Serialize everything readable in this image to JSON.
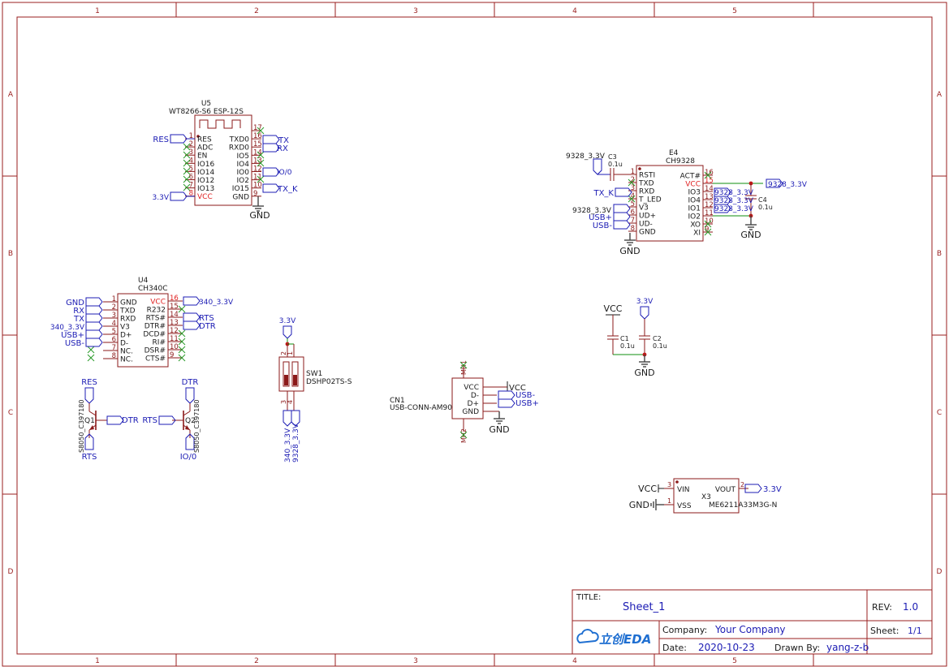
{
  "border": {
    "columns": [
      "1",
      "2",
      "3",
      "4",
      "5"
    ],
    "rows": [
      "A",
      "B",
      "C",
      "D"
    ]
  },
  "colors": {
    "frame": "#9a1f1f",
    "wire": "#0f8f0f",
    "netlabel": "#1c1cb4",
    "body": "#8b1a1a",
    "pin": "#8b1a1a",
    "ground": "#444444",
    "noconnect": "#2a9a2a",
    "power_pin": "#e02020"
  },
  "title_block": {
    "title_label": "TITLE:",
    "title": "Sheet_1",
    "rev_label": "REV:",
    "rev": "1.0",
    "company_label": "Company:",
    "company": "Your Company",
    "sheet_label": "Sheet:",
    "sheet": "1/1",
    "date_label": "Date:",
    "date": "2020-10-23",
    "drawn_label": "Drawn By:",
    "drawn_by": "yang-z-b",
    "logo_text": "立创EDA"
  },
  "components": {
    "u5": {
      "ref": "U5",
      "value": "WT8266-S6 ESP-12S",
      "left_pins": [
        {
          "num": "1",
          "name": "RES"
        },
        {
          "num": "2",
          "name": "ADC"
        },
        {
          "num": "3",
          "name": "EN"
        },
        {
          "num": "4",
          "name": "IO16"
        },
        {
          "num": "5",
          "name": "IO14"
        },
        {
          "num": "6",
          "name": "IO12"
        },
        {
          "num": "7",
          "name": "IO13"
        },
        {
          "num": "8",
          "name": "VCC"
        }
      ],
      "right_pins": [
        {
          "num": "17",
          "name": ""
        },
        {
          "num": "16",
          "name": "TXD0"
        },
        {
          "num": "15",
          "name": "RXD0"
        },
        {
          "num": "14",
          "name": "IO5"
        },
        {
          "num": "13",
          "name": "IO4"
        },
        {
          "num": "12",
          "name": "IO0"
        },
        {
          "num": "11",
          "name": "IO2"
        },
        {
          "num": "10",
          "name": "IO15"
        },
        {
          "num": "9",
          "name": "GND"
        }
      ],
      "nets": {
        "res": "RES",
        "v33": "3.3V",
        "tx": "TX",
        "rx": "RX",
        "io0": "IO/0",
        "txk": "TX_K",
        "gnd": "GND"
      }
    },
    "e4": {
      "ref": "E4",
      "value": "CH9328",
      "left_pins": [
        {
          "num": "1",
          "name": "RSTI"
        },
        {
          "num": "2",
          "name": "TXD"
        },
        {
          "num": "3",
          "name": "RXD"
        },
        {
          "num": "4",
          "name": "T_LED"
        },
        {
          "num": "5",
          "name": "V3"
        },
        {
          "num": "6",
          "name": "UD+"
        },
        {
          "num": "7",
          "name": "UD-"
        },
        {
          "num": "8",
          "name": "GND"
        }
      ],
      "right_pins": [
        {
          "num": "16",
          "name": "ACT#"
        },
        {
          "num": "15",
          "name": "VCC"
        },
        {
          "num": "14",
          "name": "IO3"
        },
        {
          "num": "13",
          "name": "IO4"
        },
        {
          "num": "12",
          "name": "IO1"
        },
        {
          "num": "11",
          "name": "IO2"
        },
        {
          "num": "10",
          "name": "XO"
        },
        {
          "num": "9",
          "name": "XI"
        }
      ],
      "nets": {
        "v9328": "9328_3.3V",
        "txk": "TX_K",
        "usbp": "USB+",
        "usbm": "USB-",
        "gnd": "GND",
        "v9328r": "9328_3.3V",
        "io_a": "9328_3.3V",
        "io_b": "9328_3.3V",
        "io_c": "9328_3.3V"
      }
    },
    "c3": {
      "ref": "C3",
      "value": "0.1u"
    },
    "c4": {
      "ref": "C4",
      "value": "0.1u"
    },
    "u4": {
      "ref": "U4",
      "value": "CH340C",
      "left_pins": [
        {
          "num": "1",
          "name": "GND"
        },
        {
          "num": "2",
          "name": "TXD"
        },
        {
          "num": "3",
          "name": "RXD"
        },
        {
          "num": "4",
          "name": "V3"
        },
        {
          "num": "5",
          "name": "D+"
        },
        {
          "num": "6",
          "name": "D-"
        },
        {
          "num": "7",
          "name": "NC."
        },
        {
          "num": "8",
          "name": "NC."
        }
      ],
      "right_pins": [
        {
          "num": "16",
          "name": "VCC"
        },
        {
          "num": "15",
          "name": "R232"
        },
        {
          "num": "14",
          "name": "RTS#"
        },
        {
          "num": "13",
          "name": "DTR#"
        },
        {
          "num": "12",
          "name": "DCD#"
        },
        {
          "num": "11",
          "name": "RI#"
        },
        {
          "num": "10",
          "name": "DSR#"
        },
        {
          "num": "9",
          "name": "CTS#"
        }
      ],
      "nets": {
        "gnd": "GND",
        "rx": "RX",
        "tx": "TX",
        "v340": "340_3.3V",
        "usbp": "USB+",
        "usbm": "USB-",
        "v340r": "340_3.3V",
        "rts": "RTS",
        "dtr": "DTR"
      }
    },
    "q1": {
      "ref": "Q1",
      "value": "S8050_C397180",
      "nets": {
        "top": "RES",
        "bottom": "RTS",
        "base": "DTR"
      }
    },
    "q2": {
      "ref": "Q2",
      "value": "S8050_C397180",
      "nets": {
        "top": "DTR",
        "bottom": "IO/0",
        "base": "RTS"
      }
    },
    "sw1": {
      "ref": "SW1",
      "value": "DSHP02TS-S",
      "pins": [
        "1",
        "2",
        "3",
        "4"
      ],
      "nets": {
        "top": "3.3V",
        "b1": "340_3.3V",
        "b2": "9328_3.3V"
      }
    },
    "cn1": {
      "ref": "CN1",
      "value": "USB-CONN-AM90",
      "pins": [
        {
          "name": "VCC"
        },
        {
          "name": "D-"
        },
        {
          "name": "D+"
        },
        {
          "name": "GND"
        }
      ],
      "mh": [
        "MH1",
        "MH2"
      ],
      "nets": {
        "vcc": "VCC",
        "usbm": "USB-",
        "usbp": "USB+",
        "gnd": "GND"
      }
    },
    "c1": {
      "ref": "C1",
      "value": "0.1u",
      "net": "VCC"
    },
    "c2": {
      "ref": "C2",
      "value": "0.1u",
      "net": "3.3V",
      "gnd": "GND"
    },
    "x3": {
      "ref": "X3",
      "value": "ME6211A33M3G-N",
      "pins": [
        {
          "num": "3",
          "name": "VIN"
        },
        {
          "num": "1",
          "name": "VSS"
        },
        {
          "num": "2",
          "name": "VOUT"
        }
      ],
      "nets": {
        "vcc": "VCC",
        "gnd": "GND",
        "v33": "3.3V"
      }
    }
  }
}
